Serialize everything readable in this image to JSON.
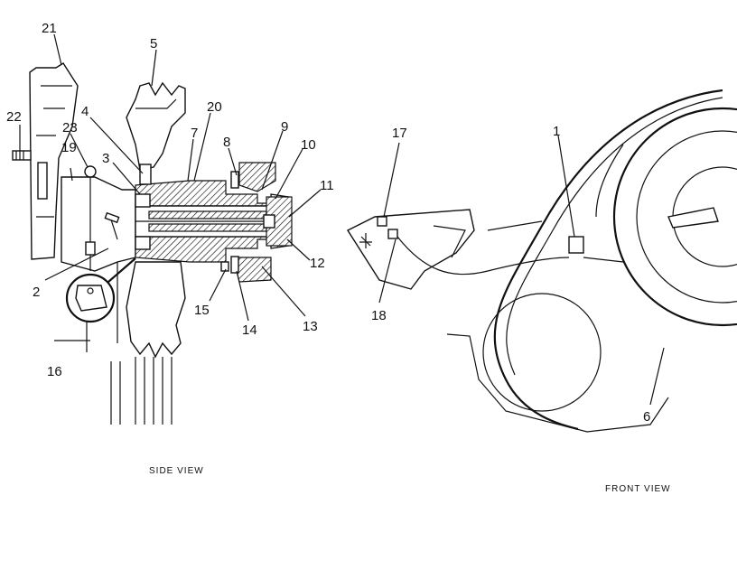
{
  "labels": [
    {
      "id": "21",
      "text": "21"
    },
    {
      "id": "5",
      "text": "5"
    },
    {
      "id": "22",
      "text": "22"
    },
    {
      "id": "23",
      "text": "23"
    },
    {
      "id": "4",
      "text": "4"
    },
    {
      "id": "20",
      "text": "20"
    },
    {
      "id": "7",
      "text": "7"
    },
    {
      "id": "8",
      "text": "8"
    },
    {
      "id": "9",
      "text": "9"
    },
    {
      "id": "10",
      "text": "10"
    },
    {
      "id": "19",
      "text": "19"
    },
    {
      "id": "3",
      "text": "3"
    },
    {
      "id": "11",
      "text": "11"
    },
    {
      "id": "2",
      "text": "2"
    },
    {
      "id": "12",
      "text": "12"
    },
    {
      "id": "15",
      "text": "15"
    },
    {
      "id": "14",
      "text": "14"
    },
    {
      "id": "13",
      "text": "13"
    },
    {
      "id": "16",
      "text": "16"
    },
    {
      "id": "17",
      "text": "17"
    },
    {
      "id": "1",
      "text": "1"
    },
    {
      "id": "18",
      "text": "18"
    },
    {
      "id": "6",
      "text": "6"
    }
  ],
  "captions": {
    "side": "SIDE VIEW",
    "front": "FRONT VIEW"
  }
}
